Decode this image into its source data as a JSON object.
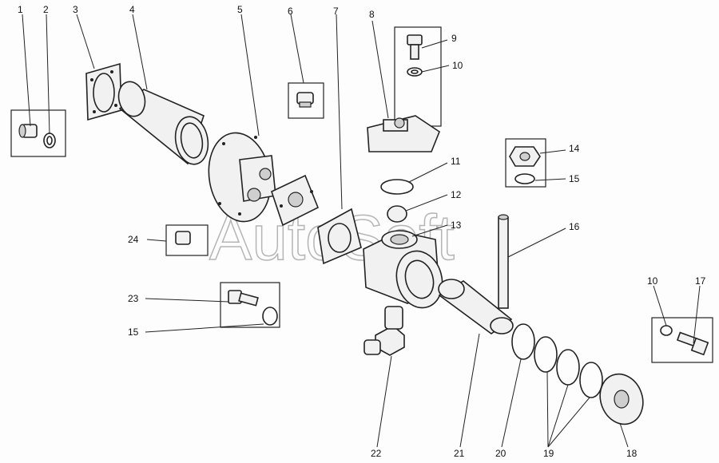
{
  "watermark": "AutoSoft",
  "callouts": [
    {
      "id": "label-1",
      "text": "1"
    },
    {
      "id": "label-2",
      "text": "2"
    },
    {
      "id": "label-3",
      "text": "3"
    },
    {
      "id": "label-4",
      "text": "4"
    },
    {
      "id": "label-5",
      "text": "5"
    },
    {
      "id": "label-6",
      "text": "6"
    },
    {
      "id": "label-7",
      "text": "7"
    },
    {
      "id": "label-8",
      "text": "8"
    },
    {
      "id": "label-9",
      "text": "9"
    },
    {
      "id": "label-10-top",
      "text": "10"
    },
    {
      "id": "label-11",
      "text": "11"
    },
    {
      "id": "label-12",
      "text": "12"
    },
    {
      "id": "label-13",
      "text": "13"
    },
    {
      "id": "label-14",
      "text": "14"
    },
    {
      "id": "label-15-right",
      "text": "15"
    },
    {
      "id": "label-16",
      "text": "16"
    },
    {
      "id": "label-10-right",
      "text": "10"
    },
    {
      "id": "label-17",
      "text": "17"
    },
    {
      "id": "label-18",
      "text": "18"
    },
    {
      "id": "label-19",
      "text": "19"
    },
    {
      "id": "label-20",
      "text": "20"
    },
    {
      "id": "label-21",
      "text": "21"
    },
    {
      "id": "label-22",
      "text": "22"
    },
    {
      "id": "label-23",
      "text": "23"
    },
    {
      "id": "label-15-left",
      "text": "15"
    },
    {
      "id": "label-24",
      "text": "24"
    }
  ]
}
